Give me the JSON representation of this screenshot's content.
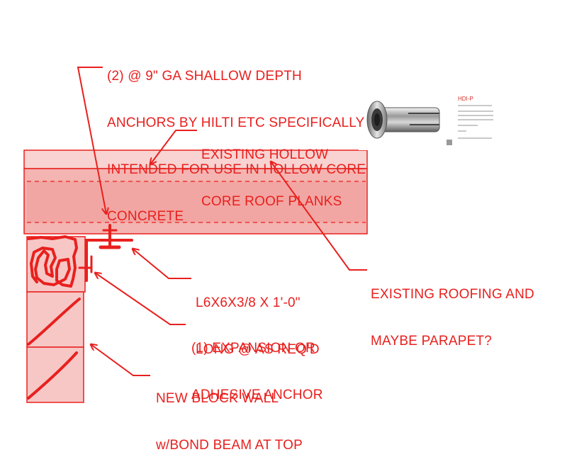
{
  "labels": {
    "anchors": [
      "(2) @ 9\" GA SHALLOW DEPTH",
      "ANCHORS BY HILTI ETC SPECIFICALLY",
      "INTENDED FOR USE IN HOLLOW CORE",
      "CONCRETE"
    ],
    "planks": [
      "EXISTING HOLLOW",
      "CORE ROOF PLANKS"
    ],
    "roofing": [
      "EXISTING ROOFING AND",
      "MAYBE PARAPET?"
    ],
    "angle": [
      "L6X6X3/8 X 1'-0\"",
      "LONG @ AS REQ'D"
    ],
    "expansion": [
      "(1) EXPANSION OR",
      "ADHESIVE ANCHOR"
    ],
    "wall": [
      "NEW BLOCK WALL",
      "w/BOND BEAM AT TOP"
    ]
  },
  "product": {
    "title": "HDI-P"
  },
  "colors": {
    "markup_red": "#e8201e",
    "plank_fill": "#f7c6c4",
    "plank_core_fill": "#f2a6a3"
  }
}
